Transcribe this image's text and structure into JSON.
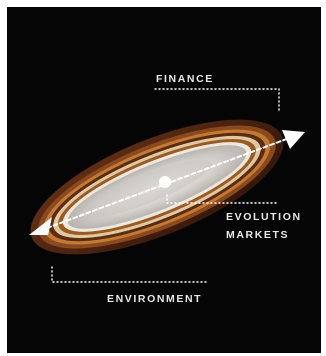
{
  "labels": {
    "finance": "FINANCE",
    "evolution": "EVOLUTION",
    "markets": "MARKETS",
    "environment": "ENVIRONMENT"
  },
  "colors": {
    "background": "#050506",
    "agate_outer": "#5a2a12",
    "agate_band": "#b5682a",
    "agate_core": "#d9d6d2",
    "text": "#e9e9e9",
    "arrow": "#ffffff"
  }
}
